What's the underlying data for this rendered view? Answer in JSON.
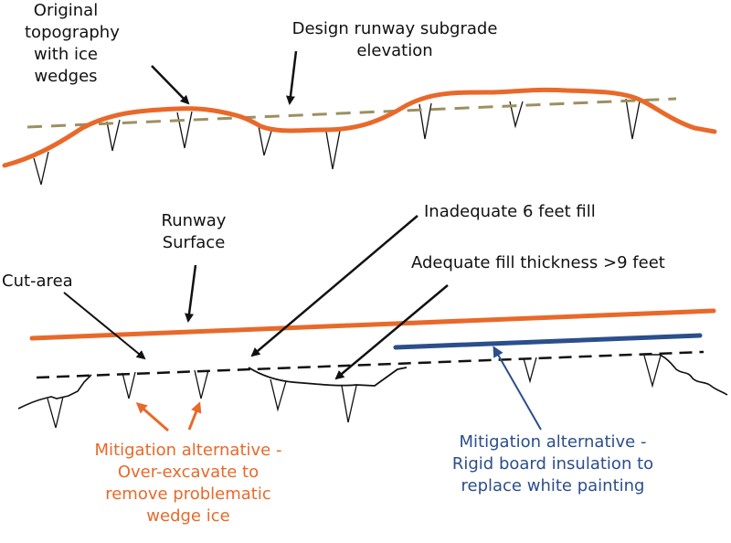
{
  "labels": {
    "original_topography": [
      "Original",
      "topography",
      "with ice",
      "wedges"
    ],
    "design_subgrade": [
      "Design runway subgrade",
      "elevation"
    ],
    "runway_surface": [
      "Runway",
      "Surface"
    ],
    "cut_area": "Cut-area",
    "inadequate_fill": "Inadequate 6 feet fill",
    "adequate_fill": "Adequate fill thickness >9 feet",
    "mitigation_overexcavate": [
      "Mitigation alternative -",
      "Over-excavate to",
      "remove problematic",
      "wedge ice"
    ],
    "mitigation_insulation": [
      "Mitigation alternative -",
      "Rigid board insulation to",
      "replace white painting"
    ]
  },
  "colors": {
    "topography_line": "#e8692a",
    "design_grade_line": "#9c9060",
    "runway_surface_line": "#e8692a",
    "insulation_board": "#2b4e8c",
    "mitigation_orange_text": "#e8692a",
    "mitigation_blue_text": "#2b4e8c",
    "ground_line": "#111111"
  }
}
